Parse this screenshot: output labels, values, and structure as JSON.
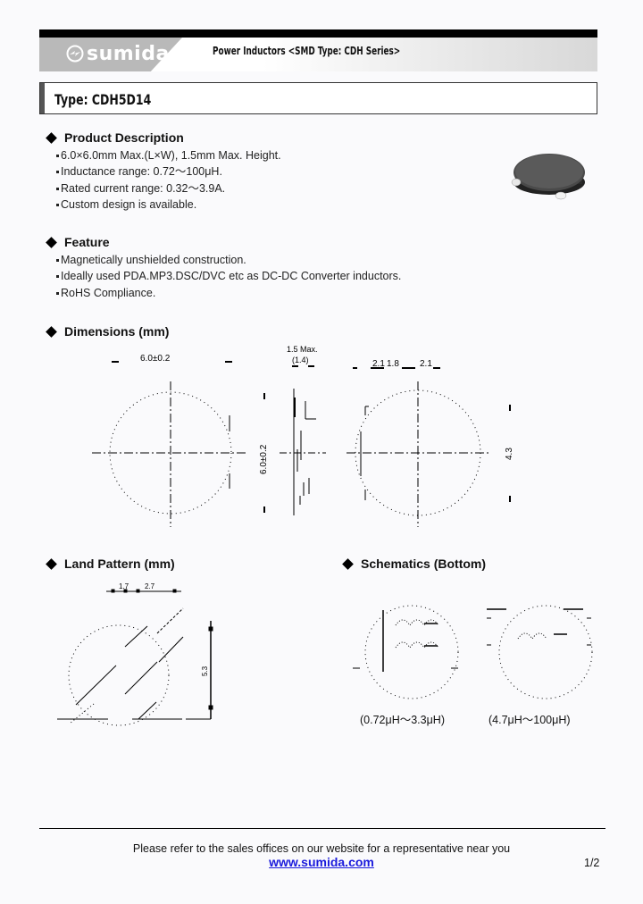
{
  "header": {
    "brand": "sumida",
    "brand_icon": "sumida-logo-icon",
    "title": "Power Inductors <SMD Type: CDH Series>"
  },
  "type_box": {
    "title": "Type: CDH5D14"
  },
  "product_description": {
    "heading": "Product Description",
    "items": [
      "6.0×6.0mm Max.(L×W), 1.5mm Max. Height.",
      "Inductance range: 0.72～100μH.",
      "Rated current range: 0.32～3.9A.",
      "Custom design is available."
    ]
  },
  "feature": {
    "heading": "Feature",
    "items": [
      "Magnetically unshielded construction.",
      "Ideally used PDA.MP3.DSC/DVC etc as DC-DC Converter inductors.",
      "RoHS Compliance."
    ]
  },
  "dimensions": {
    "heading": "Dimensions (mm)",
    "top_width": "6.0±0.2",
    "side_height_max": "1.5 Max.",
    "side_height_typ": "(1.4)",
    "side_length": "6.0±0.2",
    "bottom_left": "2.1",
    "bottom_mid": "1.8",
    "bottom_right": "2.1",
    "bottom_height": "4.3"
  },
  "land_pattern": {
    "heading": "Land Pattern (mm)",
    "dim_left": "1.7",
    "dim_right": "2.7",
    "dim_height": "5.3"
  },
  "schematics": {
    "heading": "Schematics (Bottom)",
    "left_caption": "(0.72μH～3.3μH)",
    "right_caption": "(4.7μH～100μH)"
  },
  "footer": {
    "note": "Please refer to the sales offices on our website for a representative near you",
    "link": "www.sumida.com",
    "page": "1/2"
  },
  "colors": {
    "link": "#1a1adc",
    "logo_band": "#b9b9b9",
    "top_bar": "#000000"
  }
}
